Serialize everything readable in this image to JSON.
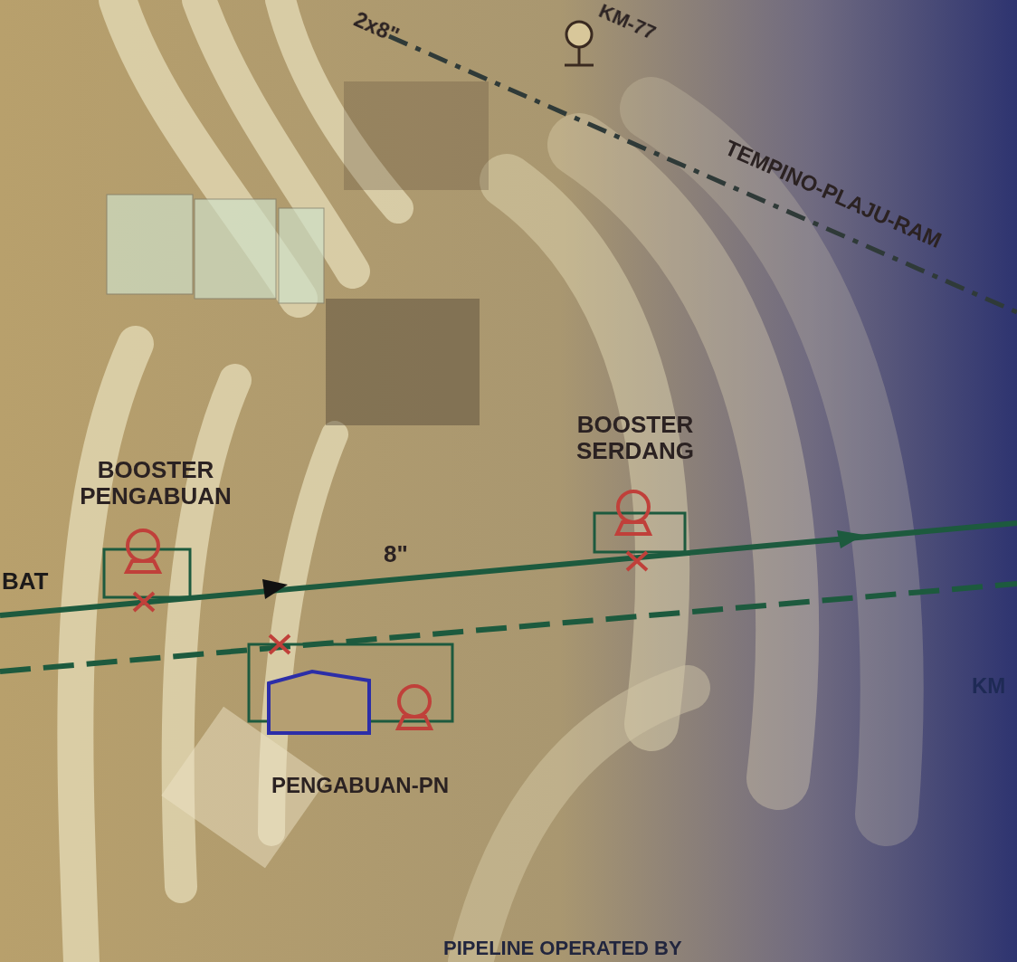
{
  "diagram": {
    "labels": [
      "2x8\"",
      "KM-77",
      "TEMPINO-PLAJU-RAM",
      "BOOSTER PENGABUAN",
      "BOOSTER SERDANG",
      "8\"",
      "BAT",
      "PENGABUAN-PN",
      "KM",
      "PIPELINE OPERATED BY"
    ]
  }
}
